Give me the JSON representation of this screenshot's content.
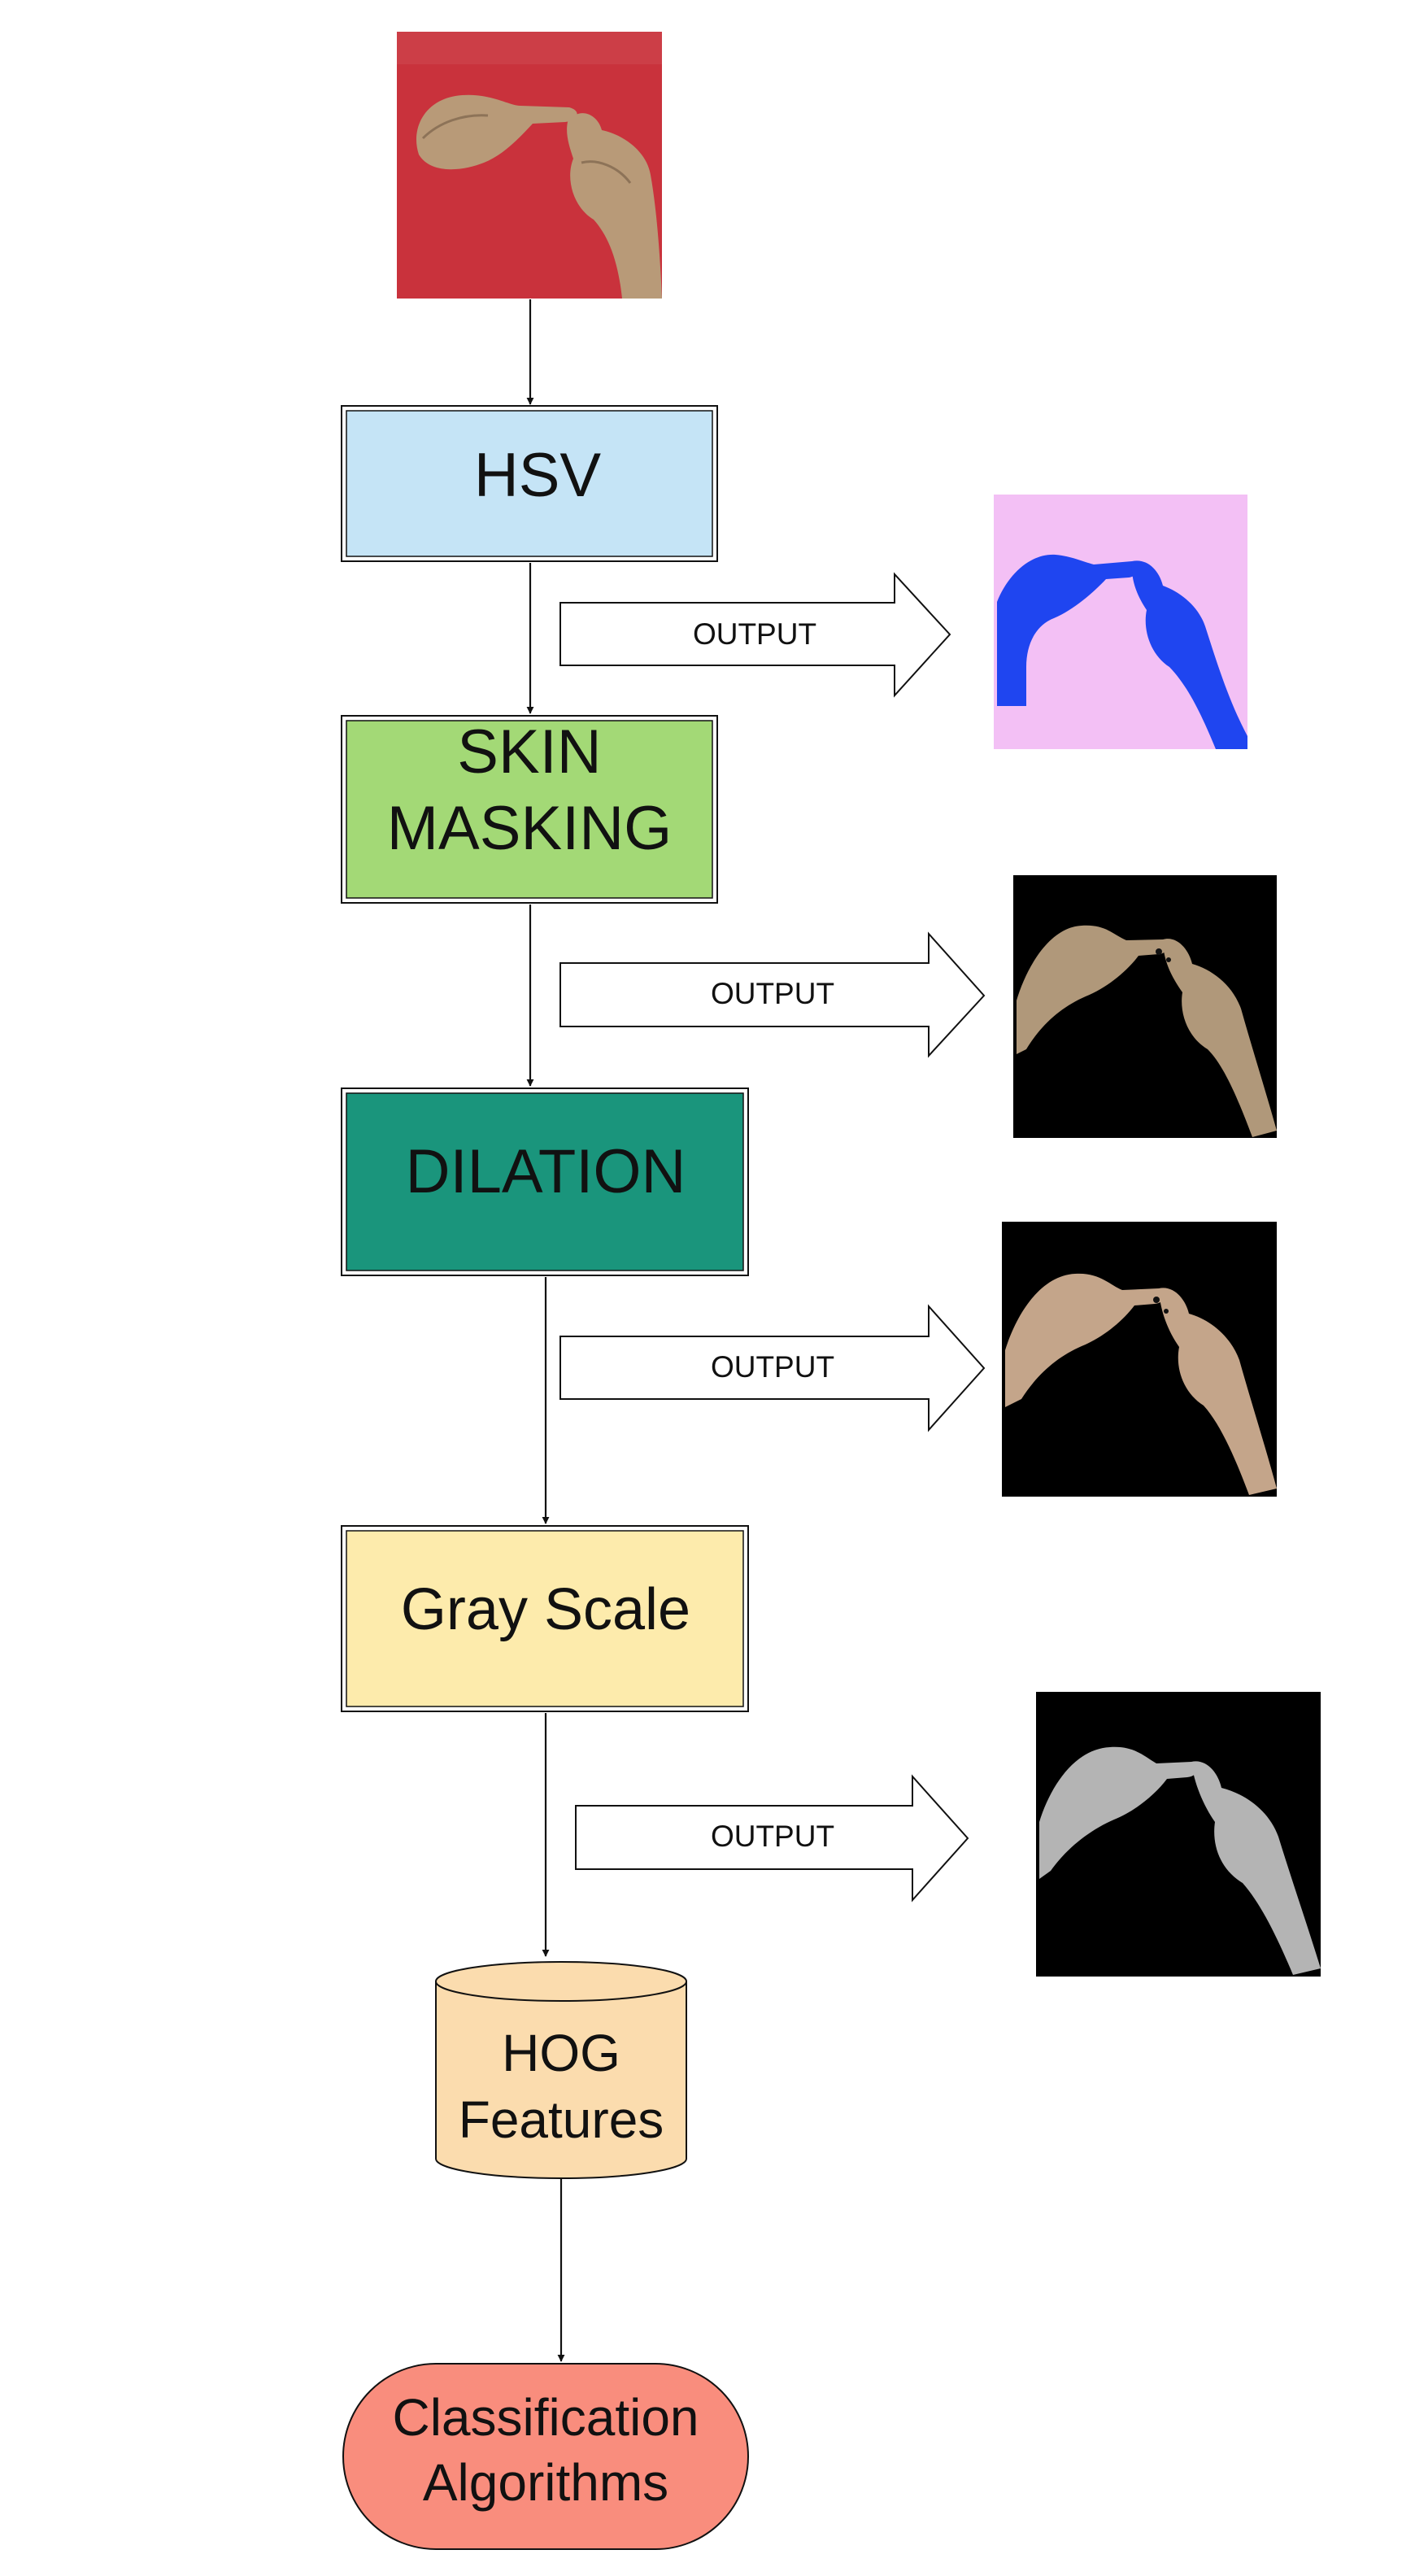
{
  "diagram": {
    "steps": {
      "hsv": {
        "label": "HSV",
        "color": "#c5e4f6"
      },
      "skin_masking": {
        "lines": [
          "SKIN",
          "MASKING"
        ],
        "color": "#a3d976"
      },
      "dilation": {
        "label": "DILATION",
        "color": "#1a957c"
      },
      "gray_scale": {
        "label": "Gray Scale",
        "color": "#fdebac"
      },
      "hog_features": {
        "lines": [
          "HOG",
          "Features"
        ],
        "color": "#fbdcae"
      },
      "classification": {
        "lines": [
          "Classification",
          "Algorithms"
        ],
        "color": "#f98d7d"
      }
    },
    "output_arrows": [
      "OUTPUT",
      "OUTPUT",
      "OUTPUT",
      "OUTPUT"
    ],
    "images": {
      "input": {
        "description_icon": "hands-input-photo",
        "background": "#c9323c",
        "skin": "#b89a78"
      },
      "hsv_output": {
        "description_icon": "hands-hsv-photo",
        "background": "#f2b8f4",
        "skin": "#1f45f0"
      },
      "mask_output": {
        "description_icon": "hands-masked-photo",
        "background": "#000000",
        "skin": "#b0987a"
      },
      "dilation_output": {
        "description_icon": "hands-dilated-photo",
        "background": "#000000",
        "skin": "#c4a58a"
      },
      "gray_output": {
        "description_icon": "hands-gray-photo",
        "background": "#000000",
        "skin": "#b4b4b4"
      }
    }
  }
}
